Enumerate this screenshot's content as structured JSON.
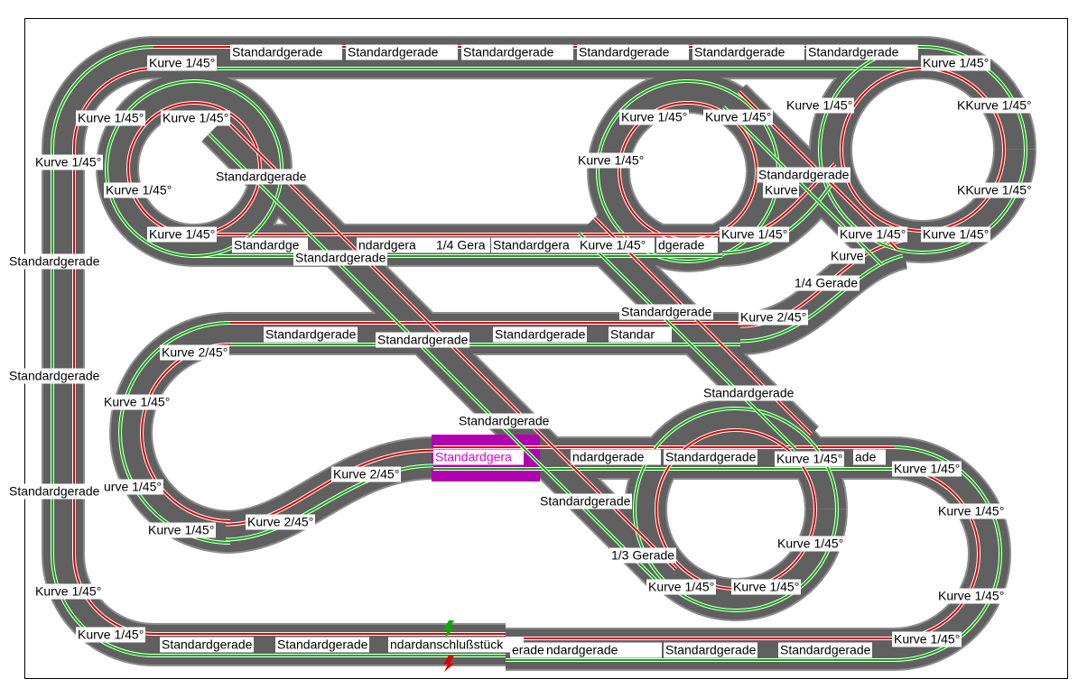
{
  "title": "Track layout",
  "colors": {
    "track": "#606060",
    "edge": "#8c8c8c",
    "lane_left": "#e00000",
    "lane_right": "#00b000",
    "highlight": "#b000b0"
  },
  "labels": [
    "Standardgerade",
    "Standardgerade",
    "Standardgerade",
    "Standardgerade",
    "Standardgerade",
    "Standardgerade",
    "Kurve 1/45°",
    "Kurve 1/45°",
    "Kurve 1/45°",
    "Kurve 1/45°",
    "Kurve 1/45°",
    "Standardgerade",
    "Kurve 1/45°",
    "Kurve 1/45°",
    "Standardgerade",
    "Standardge",
    "ndardgera",
    "1/4 Gera",
    "Standardgera",
    "Kurve 1/45°",
    "dgerade",
    "Standardgerade",
    "Kurve 1/45°",
    "Kurve 1/45°",
    "Kurve 1/45°",
    "Kurve 1/45°",
    "Kurve 1/45°",
    "KKurve 1/45°",
    "KKurve 1/45°",
    "Standardgerade",
    "Kurve",
    "Kurve 1/45°",
    "Kurve 1/45°",
    "Kurve",
    "1/4 Gerade",
    "Standardgerade",
    "Kurve 2/45°",
    "Standardgerade",
    "Standardgerade",
    "Standardgerade",
    "Standar",
    "Kurve 2/45°",
    "Kurve 1/45°",
    "Standardgerade",
    "Standardgerade",
    "Standardgerade",
    "Standardgera",
    "ndardgerade",
    "Standardgerade",
    "Kurve 1/45°",
    "ade",
    "Kurve 1/45°",
    "Kurve 1/45°",
    "Kurve 2/45°",
    "urve 1/45°",
    "Standardgerade",
    "Standardgerade",
    "Kurve 1/45°",
    "Kurve 2/45°",
    "1/3 Gerade",
    "Kurve 1/45°",
    "Kurve 1/45°",
    "Kurve 1/45°",
    "Kurve 1/45°",
    "Kurve 1/45°",
    "Kurve 1/45°",
    "Kurve 1/45°",
    "Standardgerade",
    "Standardgerade",
    "ndardanschlußstück",
    "erade",
    "ndardgerade",
    "Standardgerade",
    "Standardgerade"
  ],
  "highlight_label_index": 46
}
